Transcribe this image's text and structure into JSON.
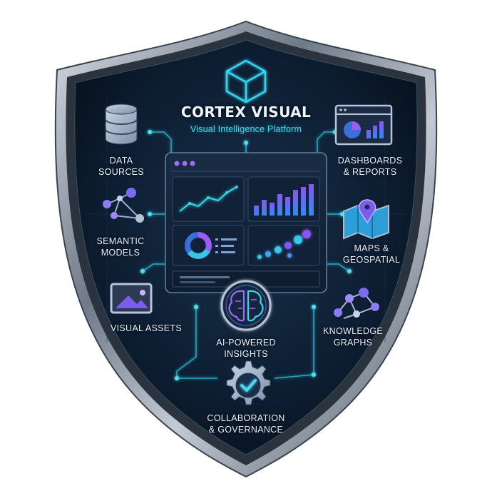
{
  "header": {
    "title": "CORTEX VISUAL",
    "subtitle": "Visual Intelligence Platform",
    "logo_icon": "cube-icon"
  },
  "features": {
    "data_sources": {
      "line1": "DATA",
      "line2": "SOURCES",
      "icon": "database-icon"
    },
    "semantic_models": {
      "line1": "SEMANTIC",
      "line2": "MODELS",
      "icon": "node-network-icon"
    },
    "visual_assets": {
      "line1": "VISUAL ASSETS",
      "icon": "image-icon"
    },
    "dashboards_reports": {
      "line1": "DASHBOARDS",
      "line2": "& REPORTS",
      "icon": "browser-chart-icon"
    },
    "maps_geospatial": {
      "line1": "MAPS &",
      "line2": "GEOSPATIAL",
      "icon": "map-pin-icon"
    },
    "knowledge_graphs": {
      "line1": "KNOWLEDGE",
      "line2": "GRAPHS",
      "icon": "graph-icon"
    },
    "ai_insights": {
      "line1": "AI-POWERED",
      "line2": "INSIGHTS",
      "icon": "brain-chip-icon"
    },
    "collab_governance": {
      "line1": "COLLABORATION",
      "line2": "& GOVERNANCE",
      "icon": "gear-check-icon"
    }
  },
  "dashboard": {
    "panels": [
      "line-chart-panel",
      "bar-chart-panel",
      "donut-chart-panel",
      "bubble-chart-panel"
    ]
  },
  "colors": {
    "shield_bg": "#0e1d30",
    "shield_frame": "#9aa4b2",
    "accent_cyan": "#2fd6e8",
    "accent_purple": "#7b5cf0",
    "text": "#e8eef8"
  }
}
